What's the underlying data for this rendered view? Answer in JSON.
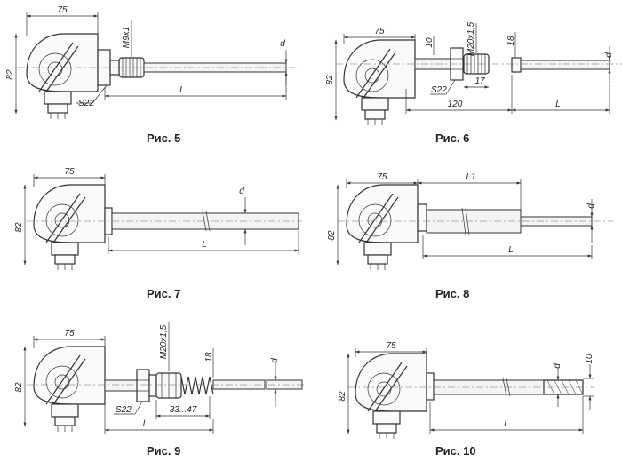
{
  "figures": [
    {
      "caption": "Рис. 5",
      "dims": {
        "width": "75",
        "height": "82",
        "thread": "M9x1",
        "diameter": "d",
        "length": "L",
        "wrench": "S22"
      }
    },
    {
      "caption": "Рис. 6",
      "dims": {
        "width": "75",
        "height": "82",
        "nut_width": "10",
        "thread": "M20x1,5",
        "dia_18": "18",
        "diameter": "d",
        "wrench": "S22",
        "fitting": "17",
        "length_120": "120",
        "length": "L"
      }
    },
    {
      "caption": "Рис. 7",
      "dims": {
        "width": "75",
        "height": "82",
        "diameter": "d",
        "length": "L"
      }
    },
    {
      "caption": "Рис. 8",
      "dims": {
        "width": "75",
        "height": "82",
        "length_l1": "L1",
        "diameter": "d",
        "length": "L"
      }
    },
    {
      "caption": "Рис. 9",
      "dims": {
        "width": "75",
        "height": "82",
        "thread": "M20x1,5",
        "dia_18": "18",
        "diameter": "d",
        "wrench": "S22",
        "range": "33...47",
        "length": "l"
      }
    },
    {
      "caption": "Рис. 10",
      "dims": {
        "width": "75",
        "height": "82",
        "diameter": "d",
        "tip": "10",
        "length": "L"
      }
    }
  ]
}
